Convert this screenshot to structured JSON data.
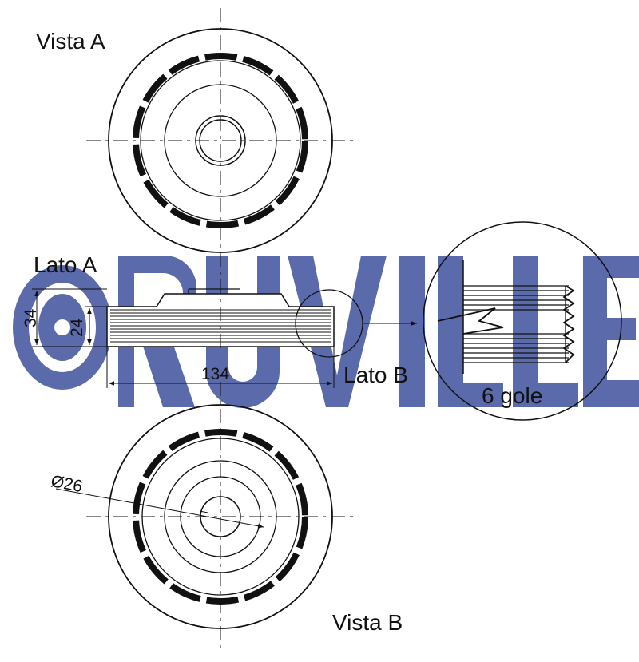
{
  "labels": {
    "vista_a": "Vista A",
    "vista_b": "Vista B",
    "lato_a": "Lato A",
    "lato_b": "Lato B",
    "grooves": "6 gole"
  },
  "dimensions": {
    "height_outer": "34",
    "height_belt": "24",
    "width": "134",
    "bore_diameter": "Ø26"
  },
  "watermark": {
    "brand": "RUVILLE",
    "color": "#3d4f9a"
  }
}
